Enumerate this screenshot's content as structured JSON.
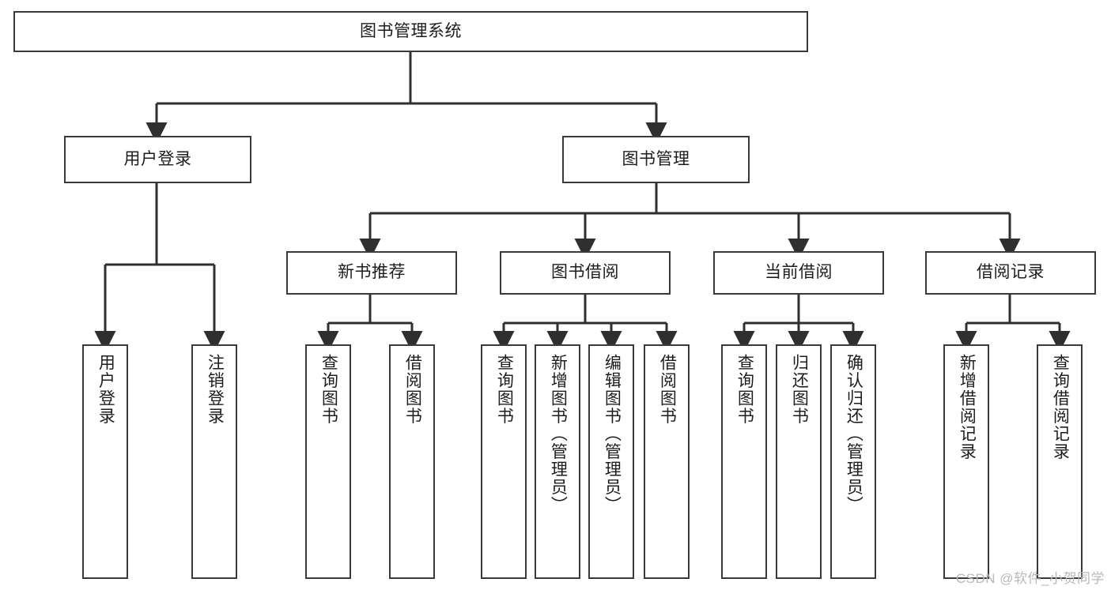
{
  "diagram": {
    "type": "hierarchy-tree",
    "title": "图书管理系统",
    "root": {
      "id": "root",
      "label": "图书管理系统"
    },
    "level1": [
      {
        "id": "user-login",
        "label": "用户登录"
      },
      {
        "id": "book-manage",
        "label": "图书管理"
      }
    ],
    "level2": [
      {
        "id": "new-book-recommend",
        "label": "新书推荐",
        "parent": "book-manage"
      },
      {
        "id": "book-borrow",
        "label": "图书借阅",
        "parent": "book-manage"
      },
      {
        "id": "current-borrow",
        "label": "当前借阅",
        "parent": "book-manage"
      },
      {
        "id": "borrow-record",
        "label": "借阅记录",
        "parent": "book-manage"
      }
    ],
    "leaves": [
      {
        "id": "leaf-user-login",
        "label": "用户登录",
        "parent": "user-login"
      },
      {
        "id": "leaf-logout",
        "label": "注销登录",
        "parent": "user-login"
      },
      {
        "id": "leaf-query-book-1",
        "label": "查询图书",
        "parent": "new-book-recommend"
      },
      {
        "id": "leaf-borrow-book-1",
        "label": "借阅图书",
        "parent": "new-book-recommend"
      },
      {
        "id": "leaf-query-book-2",
        "label": "查询图书",
        "parent": "book-borrow"
      },
      {
        "id": "leaf-add-book",
        "label": "新增图书（管理员）",
        "parent": "book-borrow"
      },
      {
        "id": "leaf-edit-book",
        "label": "编辑图书（管理员）",
        "parent": "book-borrow"
      },
      {
        "id": "leaf-borrow-book-2",
        "label": "借阅图书",
        "parent": "book-borrow"
      },
      {
        "id": "leaf-query-book-3",
        "label": "查询图书",
        "parent": "current-borrow"
      },
      {
        "id": "leaf-return-book",
        "label": "归还图书",
        "parent": "current-borrow"
      },
      {
        "id": "leaf-confirm-return",
        "label": "确认归还（管理员）",
        "parent": "current-borrow"
      },
      {
        "id": "leaf-add-record",
        "label": "新增借阅记录",
        "parent": "borrow-record"
      },
      {
        "id": "leaf-query-record",
        "label": "查询借阅记录",
        "parent": "borrow-record"
      }
    ],
    "colors": {
      "border": "#3a3a3a",
      "background": "#ffffff",
      "text": "#1d1d1d",
      "edge": "#2f2f2f",
      "watermark": "#b9b9b9"
    }
  },
  "watermark": {
    "text": "CSDN @软件_小贺同学"
  }
}
